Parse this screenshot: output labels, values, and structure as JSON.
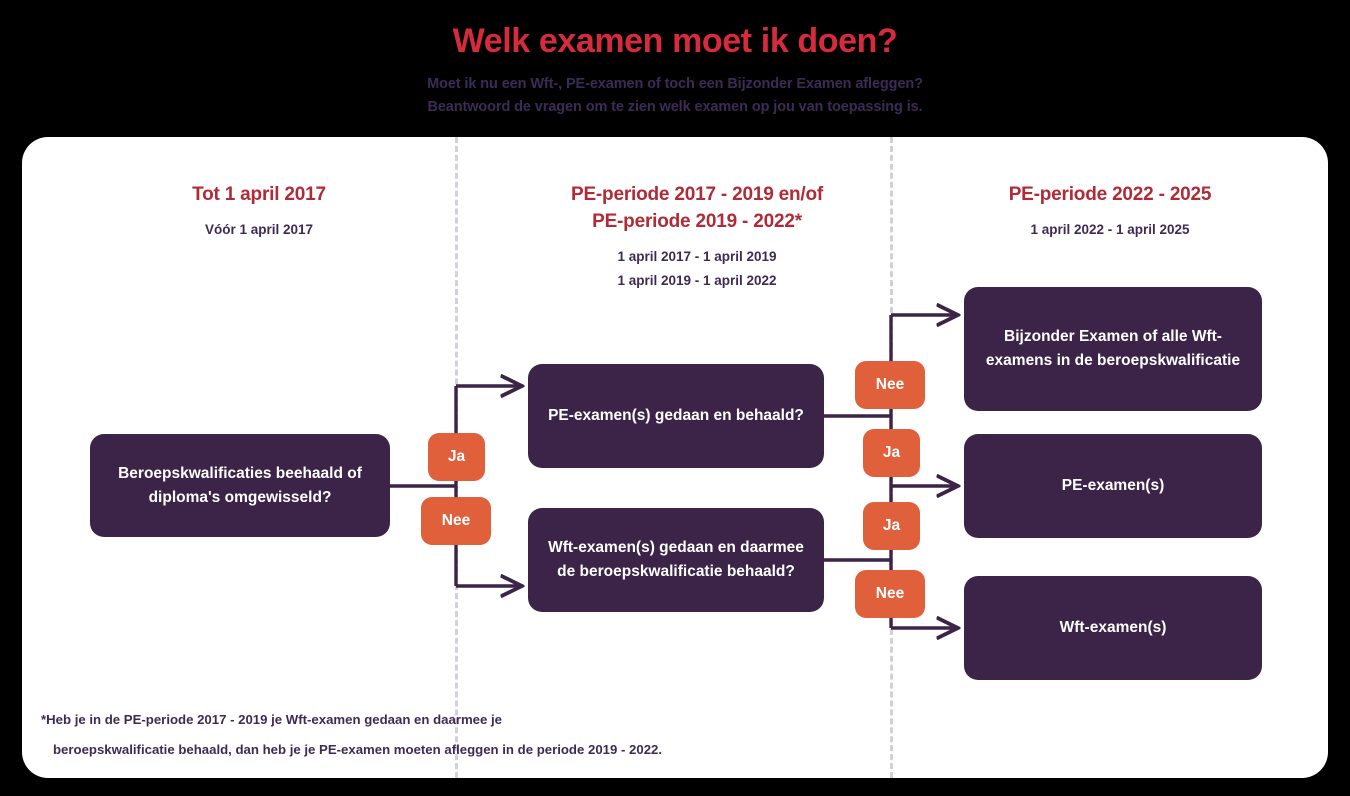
{
  "header": {
    "title": "Welk examen moet ik doen?",
    "subtitle_line1": "Moet ik nu een Wft-, PE-examen of toch een Bijzonder Examen afleggen?",
    "subtitle_line2": "Beantwoord de vragen om te zien welk examen op jou van toepassing is."
  },
  "colors": {
    "background": "#000000",
    "card": "#ffffff",
    "title_red": "#D62B3C",
    "heading_red": "#B02B36",
    "node_purple": "#3B2447",
    "pill_orange": "#E0603C",
    "text_purple": "#3E2B55",
    "divider_gray": "#D2D1DA"
  },
  "columns": [
    {
      "title": "Tot 1 april 2017",
      "subtitles": [
        "Vóór 1 april 2017"
      ]
    },
    {
      "title_line1": "PE-periode 2017 - 2019 en/of",
      "title_line2": "PE-periode 2019 - 2022*",
      "subtitles": [
        "1 april 2017 - 1 april 2019",
        "1 april 2019 - 1 april 2022"
      ]
    },
    {
      "title": "PE-periode 2022 - 2025",
      "subtitles": [
        "1 april 2022 - 1 april 2025"
      ]
    }
  ],
  "nodes": {
    "start": "Beroepskwalificaties beehaald of diploma's omgewisseld?",
    "pe_question": "PE-examen(s) gedaan en behaald?",
    "wft_question": "Wft-examen(s) gedaan en daarmee de beroepskwalificatie behaald?",
    "outcome_1": "Bijzonder Examen of alle Wft-examens in de beroepskwalificatie",
    "outcome_2": "PE-examen(s)",
    "outcome_3": "Wft-examen(s)"
  },
  "pills": {
    "start_yes": "Ja",
    "start_no": "Nee",
    "pe_no": "Nee",
    "pe_yes": "Ja",
    "wft_yes": "Ja",
    "wft_no": "Nee"
  },
  "footnote": {
    "line1": "*Heb je in de PE-periode 2017 - 2019 je Wft-examen gedaan en daarmee je",
    "line2": "beroepskwalificatie behaald, dan heb je je PE-examen moeten afleggen in de periode 2019 - 2022."
  },
  "flow_edges": [
    {
      "from": "start",
      "label": "Ja",
      "to": "pe_question"
    },
    {
      "from": "start",
      "label": "Nee",
      "to": "wft_question"
    },
    {
      "from": "pe_question",
      "label": "Nee",
      "to": "outcome_1"
    },
    {
      "from": "pe_question",
      "label": "Ja",
      "to": "outcome_2"
    },
    {
      "from": "wft_question",
      "label": "Ja",
      "to": "outcome_2"
    },
    {
      "from": "wft_question",
      "label": "Nee",
      "to": "outcome_3"
    }
  ]
}
